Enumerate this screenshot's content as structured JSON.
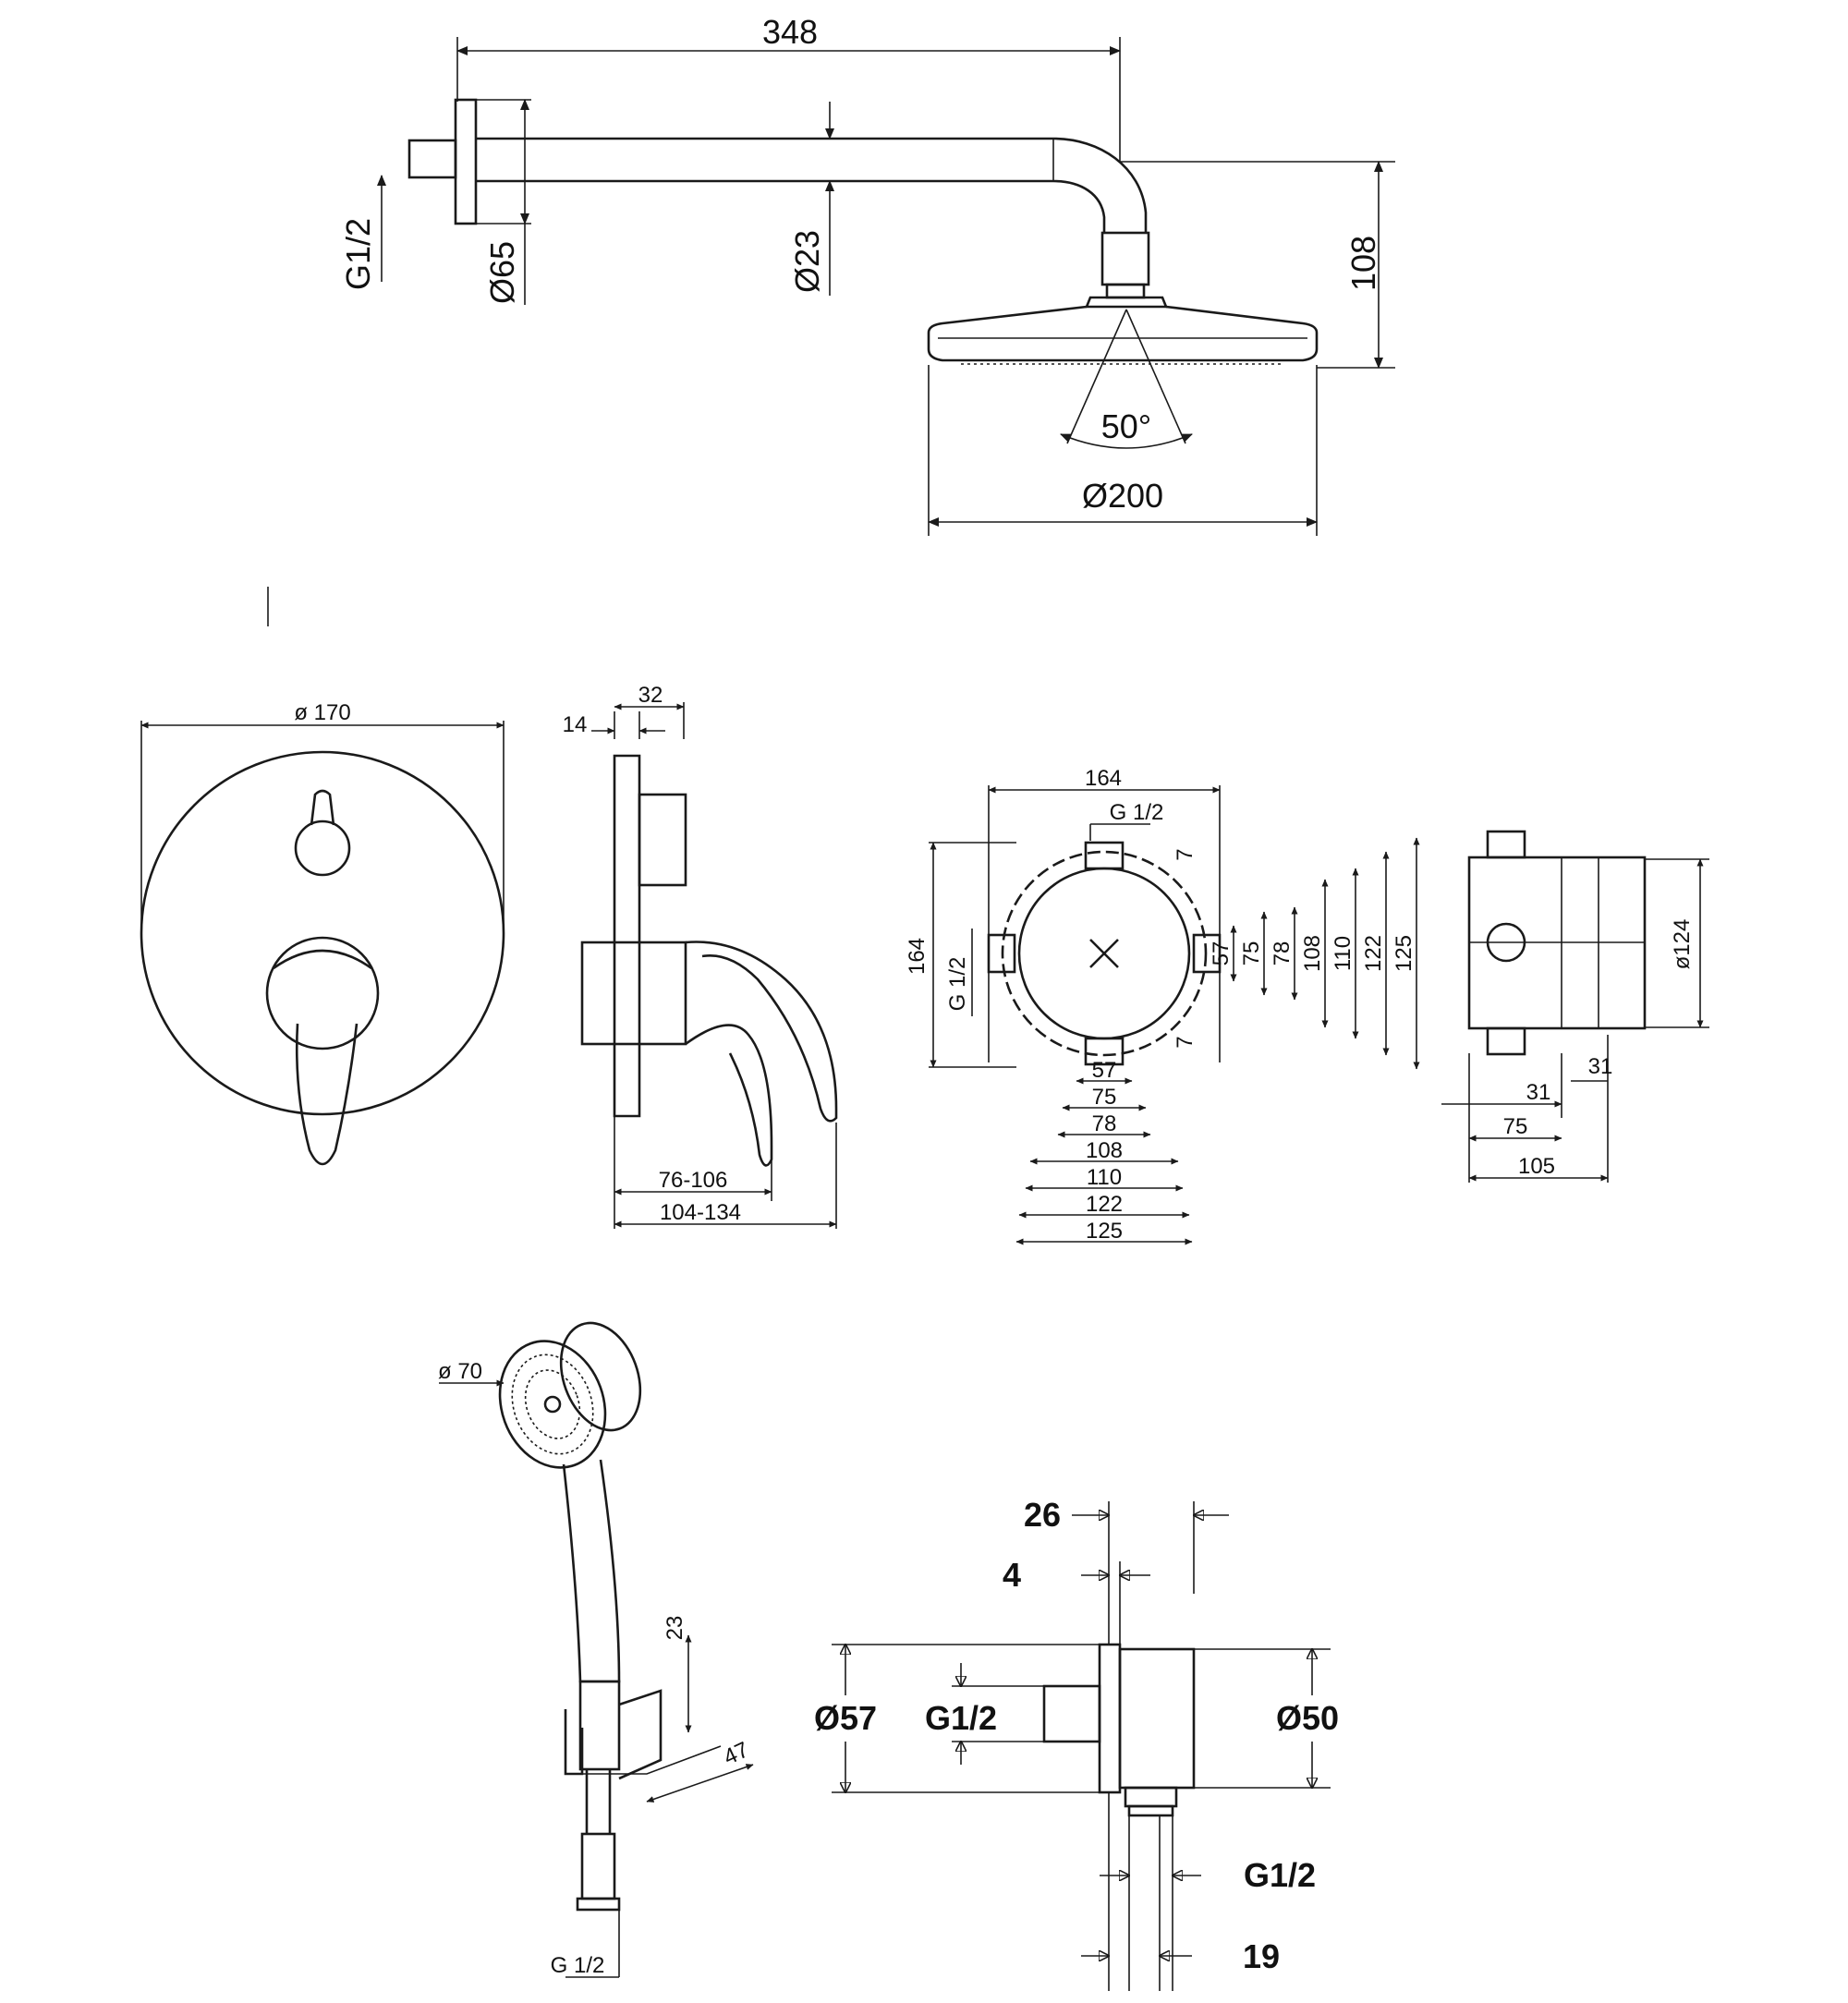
{
  "overhead_shower": {
    "arm_length": "348",
    "connection_thread": "G1/2",
    "flange_diameter": "Ø65",
    "arm_diameter": "Ø23",
    "height": "108",
    "spray_angle": "50°",
    "head_diameter": "Ø200"
  },
  "mixer_front": {
    "plate_diameter": "ø 170"
  },
  "mixer_side": {
    "plate_thickness": "14",
    "depth": "32",
    "range_inner": "76-106",
    "range_outer": "104-134"
  },
  "valve_body_front": {
    "width": "164",
    "height": "164",
    "top_thread": "G 1/2",
    "side_thread": "G 1/2",
    "offset_top": "7",
    "offset_bottom": "7",
    "right_dims": [
      "57",
      "75",
      "78",
      "108",
      "110",
      "122",
      "125"
    ],
    "bottom_dims": [
      "57",
      "75",
      "78",
      "108",
      "110",
      "122",
      "125"
    ]
  },
  "valve_body_side": {
    "diameter": "ø124",
    "dims": [
      "31",
      "31",
      "75",
      "105"
    ]
  },
  "hand_shower": {
    "head_diameter": "ø 70",
    "holder_height": "23",
    "holder_depth": "47",
    "hose_thread": "G 1/2"
  },
  "wall_outlet": {
    "depth": "26",
    "flange": "4",
    "outer_diameter": "Ø57",
    "inlet_thread": "G1/2",
    "body_diameter": "Ø50",
    "outlet_thread": "G1/2",
    "outlet_width": "19"
  }
}
